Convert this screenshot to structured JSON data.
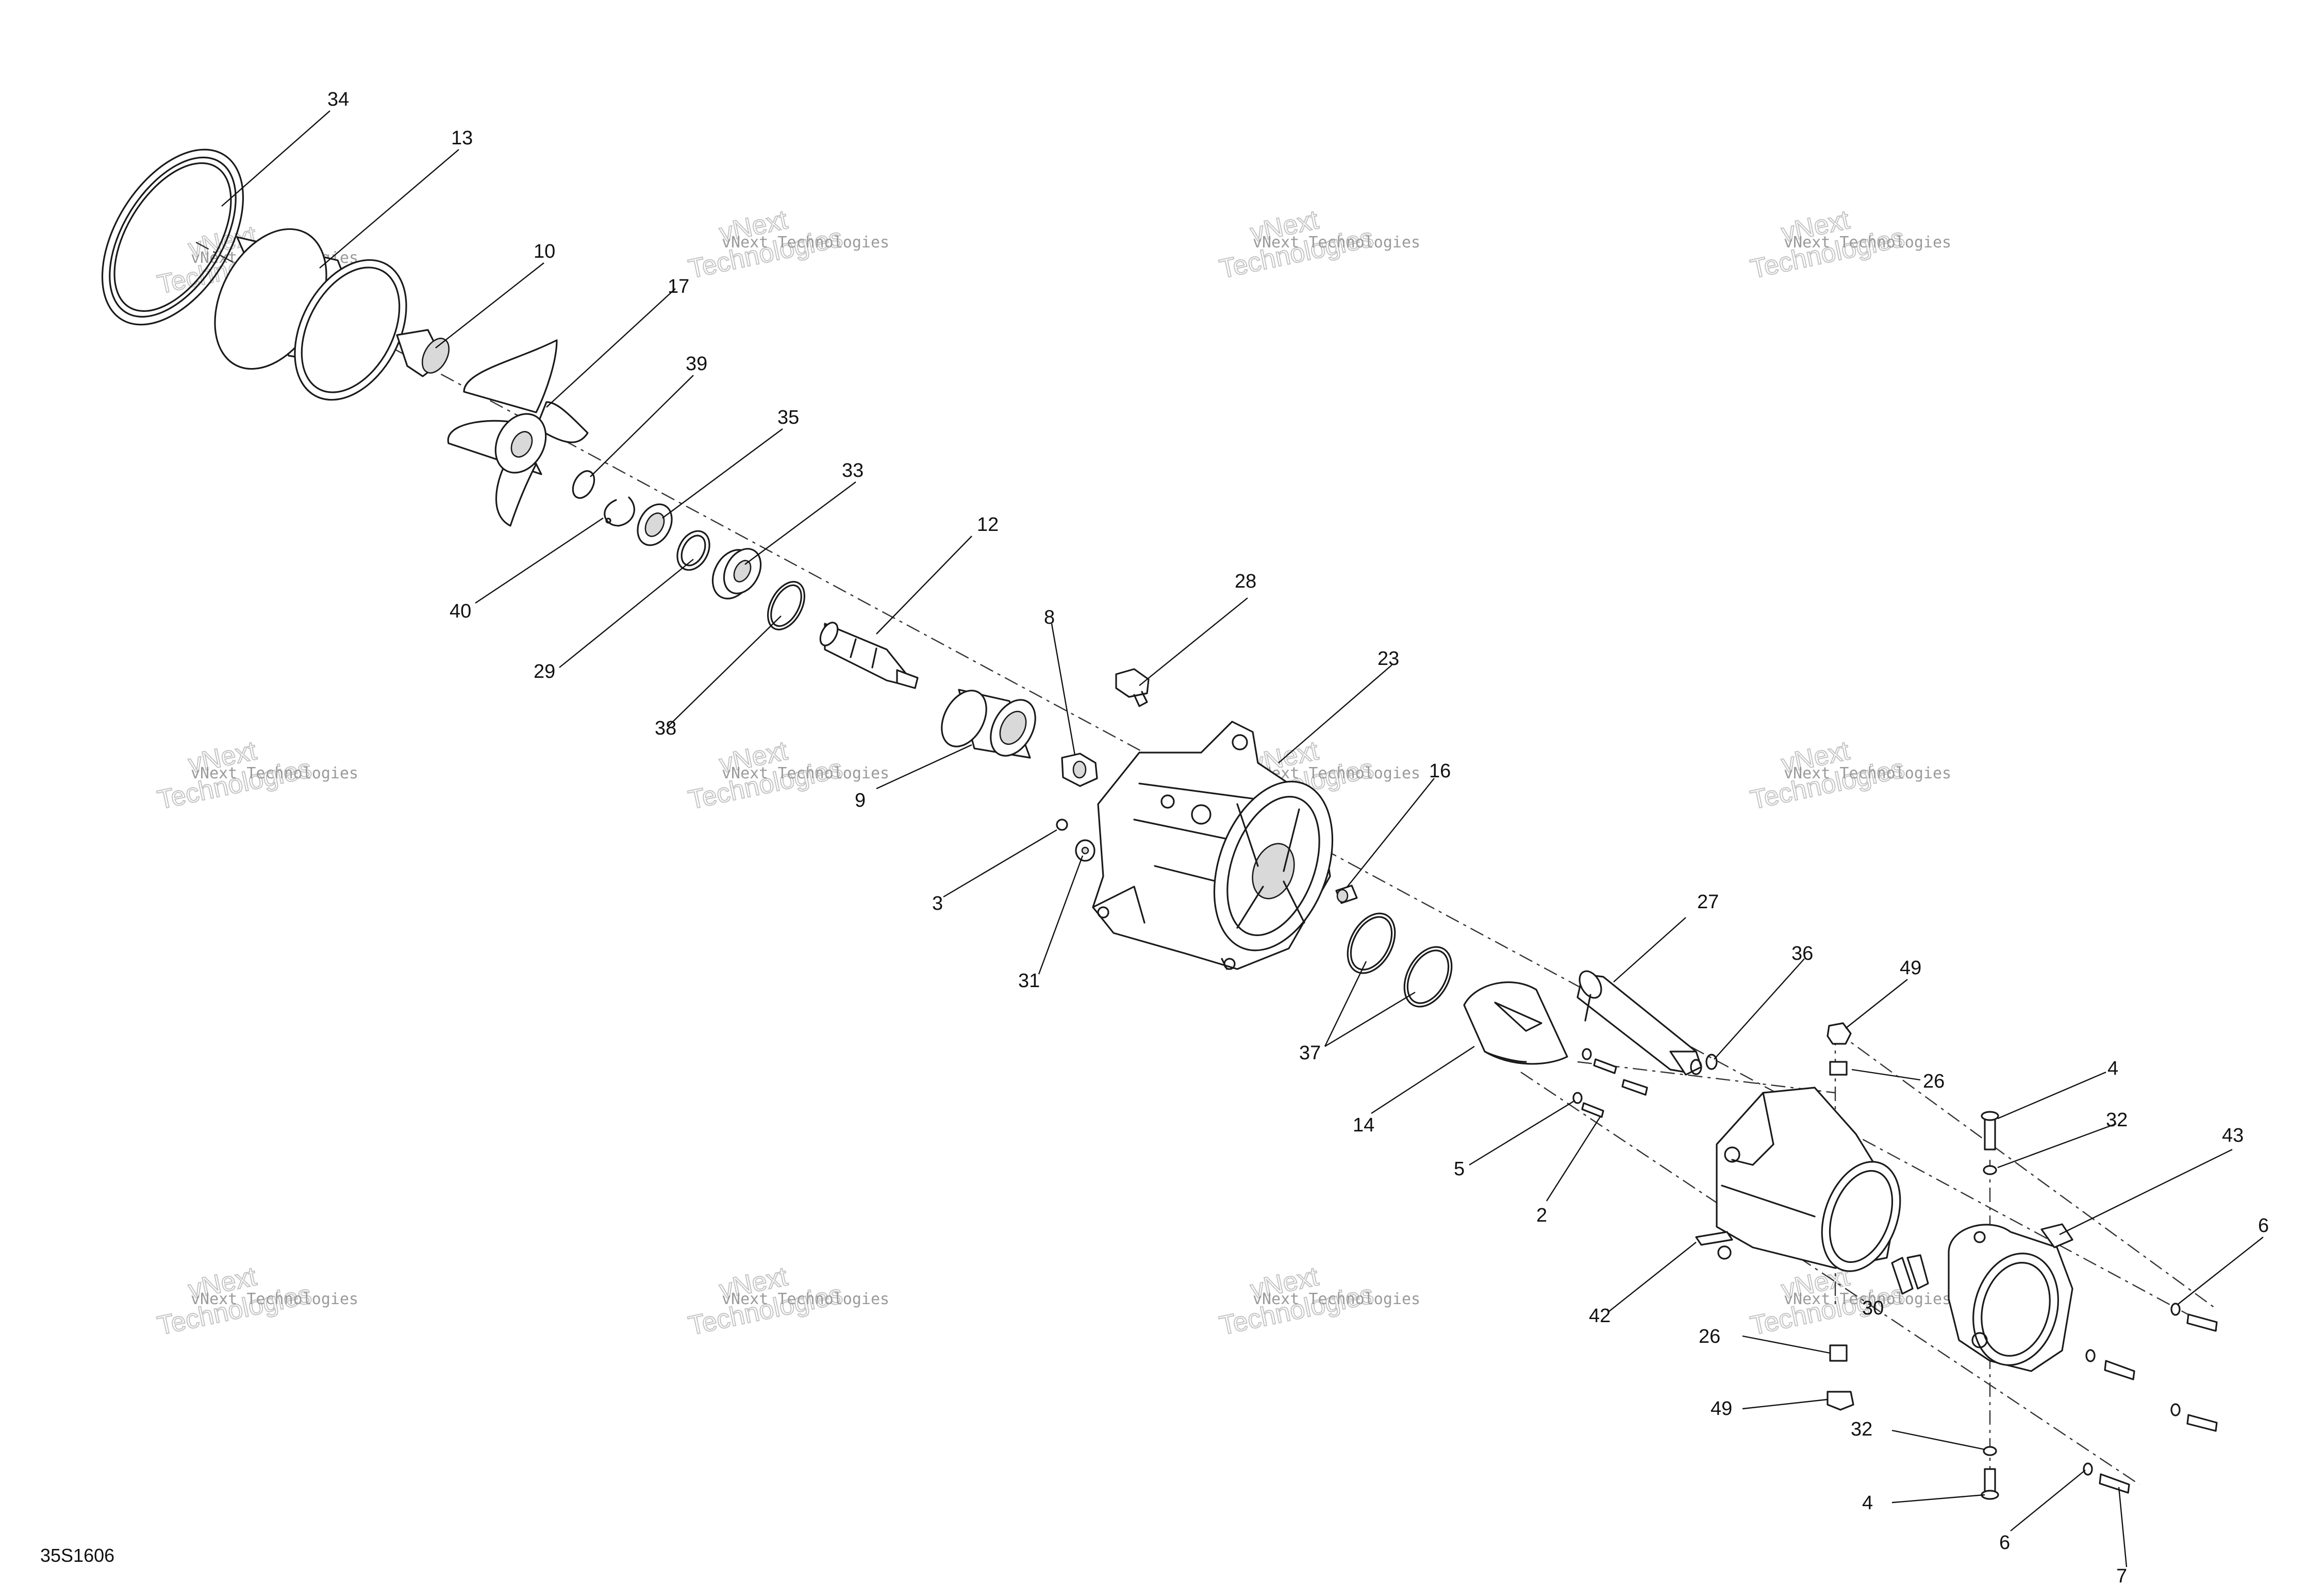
{
  "diagram": {
    "figure_ref": "35S1606",
    "watermark": {
      "line1": "vNext",
      "line2": "Technologies",
      "small": "vNext Technologies"
    },
    "callouts": [
      {
        "id": "c34a",
        "label": "34"
      },
      {
        "id": "c13",
        "label": "13"
      },
      {
        "id": "c10",
        "label": "10"
      },
      {
        "id": "c17",
        "label": "17"
      },
      {
        "id": "c39",
        "label": "39"
      },
      {
        "id": "c35",
        "label": "35"
      },
      {
        "id": "c33",
        "label": "33"
      },
      {
        "id": "c40",
        "label": "40"
      },
      {
        "id": "c29",
        "label": "29"
      },
      {
        "id": "c12",
        "label": "12"
      },
      {
        "id": "c38",
        "label": "38"
      },
      {
        "id": "c28",
        "label": "28"
      },
      {
        "id": "c8",
        "label": "8"
      },
      {
        "id": "c23",
        "label": "23"
      },
      {
        "id": "c9",
        "label": "9"
      },
      {
        "id": "c16",
        "label": "16"
      },
      {
        "id": "c3",
        "label": "3"
      },
      {
        "id": "c31",
        "label": "31"
      },
      {
        "id": "c27",
        "label": "27"
      },
      {
        "id": "c36",
        "label": "36"
      },
      {
        "id": "c37",
        "label": "37"
      },
      {
        "id": "c49a",
        "label": "49"
      },
      {
        "id": "c26a",
        "label": "26"
      },
      {
        "id": "c14",
        "label": "14"
      },
      {
        "id": "c4a",
        "label": "4"
      },
      {
        "id": "c32a",
        "label": "32"
      },
      {
        "id": "c43",
        "label": "43"
      },
      {
        "id": "c5",
        "label": "5"
      },
      {
        "id": "c2",
        "label": "2"
      },
      {
        "id": "c6a",
        "label": "6"
      },
      {
        "id": "c42",
        "label": "42"
      },
      {
        "id": "c30",
        "label": "30"
      },
      {
        "id": "c26b",
        "label": "26"
      },
      {
        "id": "c49b",
        "label": "49"
      },
      {
        "id": "c32b",
        "label": "32"
      },
      {
        "id": "c4b",
        "label": "4"
      },
      {
        "id": "c6b",
        "label": "6"
      },
      {
        "id": "c7",
        "label": "7"
      }
    ]
  }
}
